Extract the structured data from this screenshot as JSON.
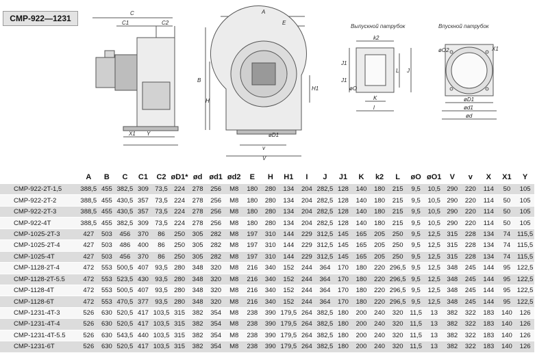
{
  "title": "CMP-922—1231",
  "captions": {
    "outlet": "Выпускной патрубок",
    "inlet": "Впускной патрубок"
  },
  "drawing_labels": {
    "side": [
      "C",
      "C1",
      "C2",
      "X1",
      "Y"
    ],
    "front": [
      "A",
      "E",
      "B",
      "H",
      "H1",
      "øD1",
      "v",
      "V"
    ],
    "outlet": [
      "k2",
      "J1",
      "J1",
      "øO",
      "J",
      "L",
      "K",
      "l"
    ],
    "inlet": [
      "øO2",
      "X1",
      "øD1",
      "ød1",
      "ød"
    ]
  },
  "table": {
    "headers": [
      "",
      "A",
      "B",
      "C",
      "C1",
      "C2",
      "øD1*",
      "ød",
      "ød1",
      "ød2",
      "E",
      "H",
      "H1",
      "I",
      "J",
      "J1",
      "K",
      "k2",
      "L",
      "øO",
      "øO1",
      "V",
      "v",
      "X",
      "X1",
      "Y"
    ],
    "rows": [
      [
        "CMP-922-2T-1,5",
        "388,5",
        "455",
        "382,5",
        "309",
        "73,5",
        "224",
        "278",
        "256",
        "M8",
        "180",
        "280",
        "134",
        "204",
        "282,5",
        "128",
        "140",
        "180",
        "215",
        "9,5",
        "10,5",
        "290",
        "220",
        "114",
        "50",
        "105"
      ],
      [
        "CMP-922-2T-2",
        "388,5",
        "455",
        "430,5",
        "357",
        "73,5",
        "224",
        "278",
        "256",
        "M8",
        "180",
        "280",
        "134",
        "204",
        "282,5",
        "128",
        "140",
        "180",
        "215",
        "9,5",
        "10,5",
        "290",
        "220",
        "114",
        "50",
        "105"
      ],
      [
        "CMP-922-2T-3",
        "388,5",
        "455",
        "430,5",
        "357",
        "73,5",
        "224",
        "278",
        "256",
        "M8",
        "180",
        "280",
        "134",
        "204",
        "282,5",
        "128",
        "140",
        "180",
        "215",
        "9,5",
        "10,5",
        "290",
        "220",
        "114",
        "50",
        "105"
      ],
      [
        "CMP-922-4T",
        "388,5",
        "455",
        "382,5",
        "309",
        "73,5",
        "224",
        "278",
        "256",
        "M8",
        "180",
        "280",
        "134",
        "204",
        "282,5",
        "128",
        "140",
        "180",
        "215",
        "9,5",
        "10,5",
        "290",
        "220",
        "114",
        "50",
        "105"
      ],
      [
        "CMP-1025-2T-3",
        "427",
        "503",
        "456",
        "370",
        "86",
        "250",
        "305",
        "282",
        "M8",
        "197",
        "310",
        "144",
        "229",
        "312,5",
        "145",
        "165",
        "205",
        "250",
        "9,5",
        "12,5",
        "315",
        "228",
        "134",
        "74",
        "115,5"
      ],
      [
        "CMP-1025-2T-4",
        "427",
        "503",
        "486",
        "400",
        "86",
        "250",
        "305",
        "282",
        "M8",
        "197",
        "310",
        "144",
        "229",
        "312,5",
        "145",
        "165",
        "205",
        "250",
        "9,5",
        "12,5",
        "315",
        "228",
        "134",
        "74",
        "115,5"
      ],
      [
        "CMP-1025-4T",
        "427",
        "503",
        "456",
        "370",
        "86",
        "250",
        "305",
        "282",
        "M8",
        "197",
        "310",
        "144",
        "229",
        "312,5",
        "145",
        "165",
        "205",
        "250",
        "9,5",
        "12,5",
        "315",
        "228",
        "134",
        "74",
        "115,5"
      ],
      [
        "CMP-1128-2T-4",
        "472",
        "553",
        "500,5",
        "407",
        "93,5",
        "280",
        "348",
        "320",
        "M8",
        "216",
        "340",
        "152",
        "244",
        "364",
        "170",
        "180",
        "220",
        "296,5",
        "9,5",
        "12,5",
        "348",
        "245",
        "144",
        "95",
        "122,5"
      ],
      [
        "CMP-1128-2T-5.5",
        "472",
        "553",
        "523,5",
        "430",
        "93,5",
        "280",
        "348",
        "320",
        "M8",
        "216",
        "340",
        "152",
        "244",
        "364",
        "170",
        "180",
        "220",
        "296,5",
        "9,5",
        "12,5",
        "348",
        "245",
        "144",
        "95",
        "122,5"
      ],
      [
        "CMP-1128-4T",
        "472",
        "553",
        "500,5",
        "407",
        "93,5",
        "280",
        "348",
        "320",
        "M8",
        "216",
        "340",
        "152",
        "244",
        "364",
        "170",
        "180",
        "220",
        "296,5",
        "9,5",
        "12,5",
        "348",
        "245",
        "144",
        "95",
        "122,5"
      ],
      [
        "CMP-1128-6T",
        "472",
        "553",
        "470,5",
        "377",
        "93,5",
        "280",
        "348",
        "320",
        "M8",
        "216",
        "340",
        "152",
        "244",
        "364",
        "170",
        "180",
        "220",
        "296,5",
        "9,5",
        "12,5",
        "348",
        "245",
        "144",
        "95",
        "122,5"
      ],
      [
        "CMP-1231-4T-3",
        "526",
        "630",
        "520,5",
        "417",
        "103,5",
        "315",
        "382",
        "354",
        "M8",
        "238",
        "390",
        "179,5",
        "264",
        "382,5",
        "180",
        "200",
        "240",
        "320",
        "11,5",
        "13",
        "382",
        "322",
        "183",
        "140",
        "126"
      ],
      [
        "CMP-1231-4T-4",
        "526",
        "630",
        "520,5",
        "417",
        "103,5",
        "315",
        "382",
        "354",
        "M8",
        "238",
        "390",
        "179,5",
        "264",
        "382,5",
        "180",
        "200",
        "240",
        "320",
        "11,5",
        "13",
        "382",
        "322",
        "183",
        "140",
        "126"
      ],
      [
        "CMP-1231-4T-5.5",
        "526",
        "630",
        "543,5",
        "440",
        "103,5",
        "315",
        "382",
        "354",
        "M8",
        "238",
        "390",
        "179,5",
        "264",
        "382,5",
        "180",
        "200",
        "240",
        "320",
        "11,5",
        "13",
        "382",
        "322",
        "183",
        "140",
        "126"
      ],
      [
        "CMP-1231-6T",
        "526",
        "630",
        "520,5",
        "417",
        "103,5",
        "315",
        "382",
        "354",
        "M8",
        "238",
        "390",
        "179,5",
        "264",
        "382,5",
        "180",
        "200",
        "240",
        "320",
        "11,5",
        "13",
        "382",
        "322",
        "183",
        "140",
        "126"
      ]
    ]
  }
}
